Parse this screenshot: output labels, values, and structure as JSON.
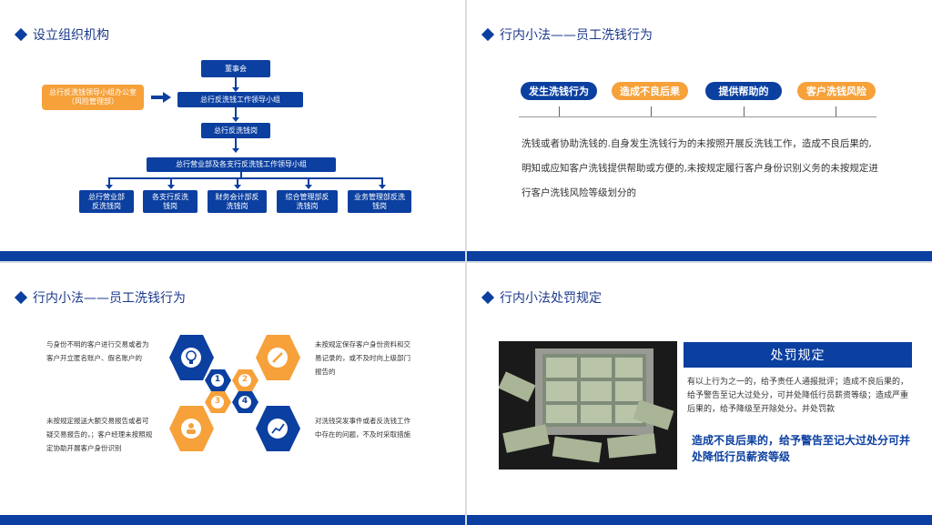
{
  "slide1": {
    "title": "设立组织机构",
    "board": "董事会",
    "leader_group": "总行反洗钱工作领导小组",
    "office_note": "总行反洗钱领导小组办公室（风险管理部）",
    "aml_post": "总行反洗钱岗",
    "branch_group": "总行营业部及各支行反洗钱工作领导小组",
    "depts": [
      "总行营业部反洗钱岗",
      "各支行反洗钱岗",
      "财务会计部反洗钱岗",
      "综合管理部反洗钱岗",
      "业务管理部反洗钱岗"
    ]
  },
  "slide2": {
    "title": "行内小法——员工洗钱行为",
    "pills": [
      {
        "label": "发生洗钱行为",
        "color": "#0b3fa0"
      },
      {
        "label": "造成不良后果",
        "color": "#f6a13a"
      },
      {
        "label": "提供帮助的",
        "color": "#0b3fa0"
      },
      {
        "label": "客户洗钱风险",
        "color": "#f6a13a"
      }
    ],
    "paragraph": "洗钱或者协助洗钱的.自身发生洗钱行为的未按照开展反洗钱工作，造成不良后果的,明知或应知客户洗钱提供帮助或方便的,未按规定履行客户身份识别义务的未按规定进行客户洗钱风险等级划分的"
  },
  "slide3": {
    "title": "行内小法——员工洗钱行为",
    "items": [
      {
        "num": "1",
        "text": "与身份不明的客户进行交易或者为客户开立匿名账户、假名账户的"
      },
      {
        "num": "2",
        "text": "未按规定保存客户身份资料和交易记录的，或不及时向上级部门报告的"
      },
      {
        "num": "3",
        "text": "未按规定报送大额交易报告或者可疑交易报告的，；客户经理未按照规定协助开展客户身份识别"
      },
      {
        "num": "4",
        "text": "对洗钱突发事件或者反洗钱工作中存在的问题，不及时采取措施"
      }
    ],
    "icons": [
      "lightbulb-icon",
      "pen-icon",
      "people-icon",
      "chart-icon"
    ]
  },
  "slide4": {
    "title": "行内小法处罚规定",
    "banner": "处罚规定",
    "paragraph": "有以上行为之一的，给予责任人通报批评；造成不良后果的，给予警告至记大过处分，可并处降低行员薪资等级；造成严重后果的，给予降级至开除处分。并处罚款",
    "highlight": "造成不良后果的，给予警告至记大过处分可并处降低行员薪资等级"
  },
  "colors": {
    "blue": "#0b3fa0",
    "orange": "#f6a13a"
  }
}
